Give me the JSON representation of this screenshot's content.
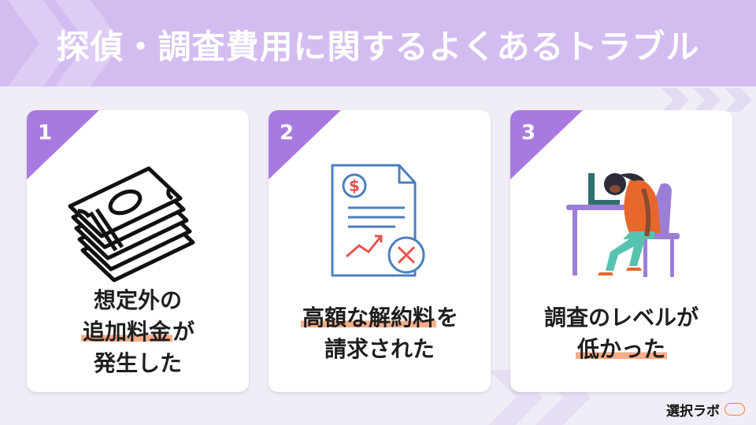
{
  "header": {
    "title": "探偵・調査費用に関するよくあるトラブル"
  },
  "colors": {
    "header_bg": "#d3bdf0",
    "page_bg": "#f1edf7",
    "accent_purple": "#a87ae0",
    "highlight": "#f8ad88"
  },
  "cards": [
    {
      "number": "1",
      "icon": "money-stack-icon",
      "lines": [
        {
          "pre": "",
          "hl": "",
          "post": "想定外の"
        },
        {
          "pre": "",
          "hl": "追加料金",
          "post": "が"
        },
        {
          "pre": "",
          "hl": "",
          "post": "発生した"
        }
      ]
    },
    {
      "number": "2",
      "icon": "invoice-cancel-icon",
      "lines": [
        {
          "pre": "",
          "hl": "高額な解約料",
          "post": "を"
        },
        {
          "pre": "",
          "hl": "",
          "post": "請求された"
        }
      ]
    },
    {
      "number": "3",
      "icon": "exhausted-woman-icon",
      "lines": [
        {
          "pre": "",
          "hl": "",
          "post": "調査のレベルが"
        },
        {
          "pre": "",
          "hl": "低かった",
          "post": ""
        }
      ]
    }
  ],
  "logo": {
    "brand": "選択ラボ",
    "icon": "logo-seal-icon"
  }
}
